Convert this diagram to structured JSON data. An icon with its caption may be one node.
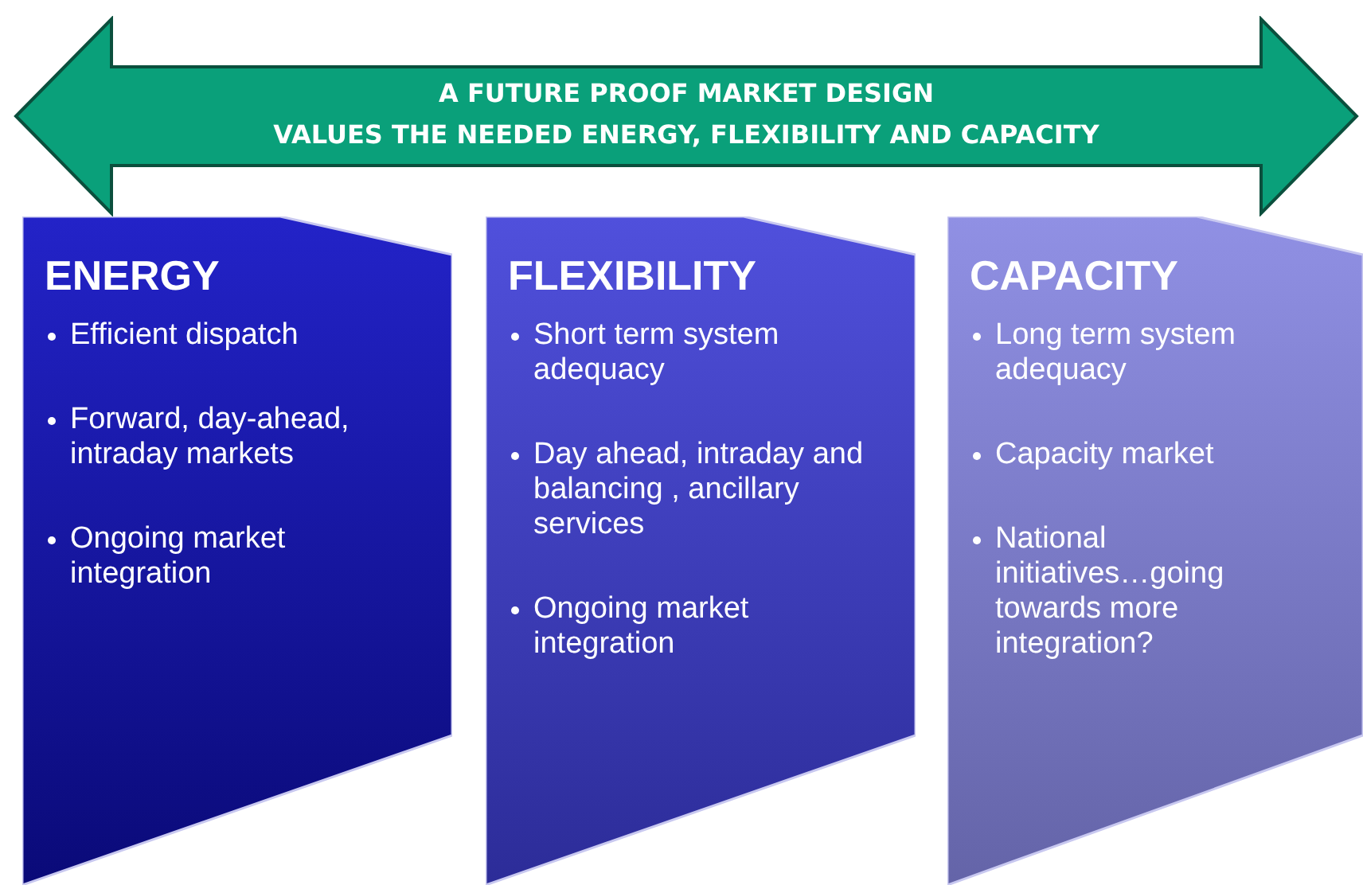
{
  "diagram": {
    "nodes": [
      {
        "text": [
          "A FUTURE PROOF MARKET DESIGN",
          "VALUES THE NEEDED ENERGY, FLEXIBILITY AND CAPACITY"
        ]
      },
      {
        "text": [
          "ENERGY",
          "Efficient dispatch",
          "Forward, day-ahead, intraday markets",
          "Ongoing market integration"
        ]
      },
      {
        "text": [
          "FLEXIBILITY",
          "Short term system adequacy",
          "Day ahead, intraday and balancing , ancillary services",
          "Ongoing market integration"
        ]
      },
      {
        "text": [
          "CAPACITY",
          "Long term system adequacy",
          "Capacity market",
          "National initiatives…going towards more integration?"
        ]
      }
    ],
    "edges": []
  }
}
